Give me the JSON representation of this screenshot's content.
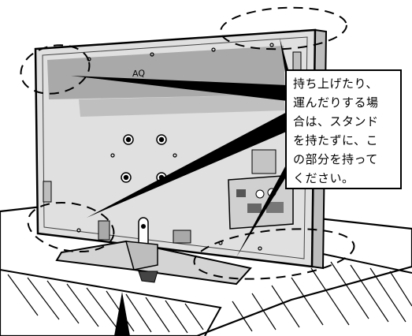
{
  "caption": {
    "lines": [
      "持ち上げたり、",
      "運んだりする場",
      "合は、スタンド",
      "を持たずに、こ",
      "の部分を持って",
      "ください。"
    ]
  },
  "logo_text": "AQ",
  "colors": {
    "outline": "#000000",
    "panel_back": "#e0e0e0",
    "panel_shadow": "#a9a9a9",
    "stand": "#d4d4d4",
    "background": "#ffffff"
  }
}
